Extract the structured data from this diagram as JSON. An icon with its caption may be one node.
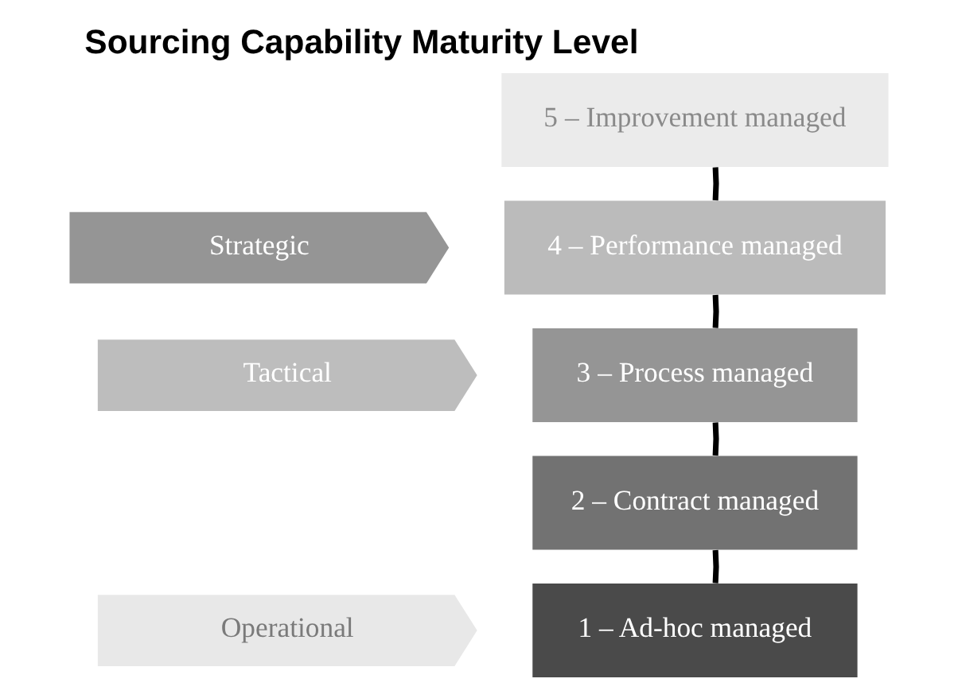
{
  "diagram": {
    "title": "Sourcing Capability Maturity Level",
    "nodes": [
      {
        "text": [
          "Strategic"
        ]
      },
      {
        "text": [
          "Tactical"
        ]
      },
      {
        "text": [
          "Operational"
        ]
      },
      {
        "text": [
          "5 – Improvement managed"
        ]
      },
      {
        "text": [
          "4 – Performance managed"
        ]
      },
      {
        "text": [
          "3 – Process managed"
        ]
      },
      {
        "text": [
          "2 – Contract managed"
        ]
      },
      {
        "text": [
          "1 – Ad-hoc managed"
        ]
      }
    ],
    "edges": [
      {
        "from": 3,
        "to": 4,
        "arrow": "none"
      },
      {
        "from": 4,
        "to": 5,
        "arrow": "none"
      },
      {
        "from": 5,
        "to": 6,
        "arrow": "none"
      },
      {
        "from": 6,
        "to": 7,
        "arrow": "none"
      }
    ]
  }
}
